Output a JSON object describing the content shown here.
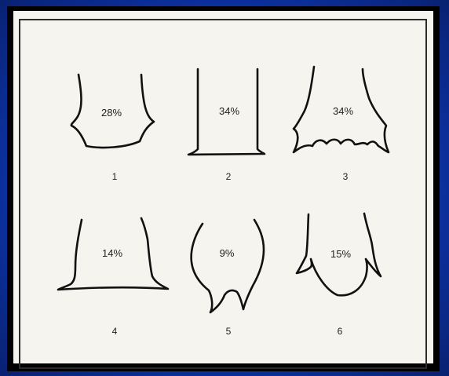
{
  "colors": {
    "background": "#0d36b0",
    "paper": "#f6f4ee",
    "ink": "#111111"
  },
  "figures": [
    {
      "percent": "28%",
      "number": "1"
    },
    {
      "percent": "34%",
      "number": "2"
    },
    {
      "percent": "34%",
      "number": "3"
    },
    {
      "percent": "14%",
      "number": "4"
    },
    {
      "percent": "9%",
      "number": "5"
    },
    {
      "percent": "15%",
      "number": "6"
    }
  ]
}
